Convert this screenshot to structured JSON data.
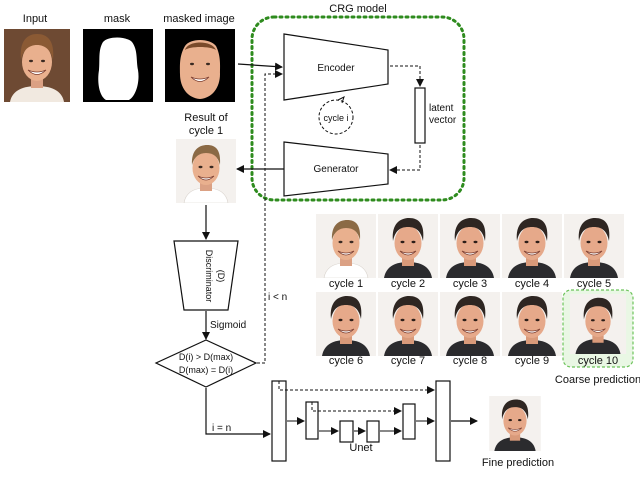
{
  "labels": {
    "input": "Input",
    "mask": "mask",
    "masked_image": "masked image",
    "crg_model": "CRG model",
    "encoder": "Encoder",
    "latent_line1": "latent",
    "latent_line2": "vector",
    "cycle_i": "cycle i",
    "generator": "Generator",
    "result_line1": "Result of",
    "result_line2": "cycle 1",
    "discriminator": "Discriminator",
    "discriminator_sub": "(D)",
    "sigmoid": "Sigmoid",
    "decision_line1": "D(i) > D(max)",
    "decision_line2": "D(max) = D(i)",
    "i_less_n": "i < n",
    "i_equals_n": "i = n",
    "unet": "Unet",
    "coarse_prediction": "Coarse prediction",
    "fine_prediction": "Fine prediction"
  },
  "cycles_row1": [
    "cycle 1",
    "cycle 2",
    "cycle 3",
    "cycle 4",
    "cycle 5"
  ],
  "cycles_row2": [
    "cycle 6",
    "cycle 7",
    "cycle 8",
    "cycle 9",
    "cycle 10"
  ],
  "colors": {
    "crg_border": "#2e8b1e",
    "coarse_highlight_border": "#6cc35a",
    "coarse_highlight_fill": "#e9f7e4",
    "skin": "#e9b08e",
    "hair_light": "#8b6a45",
    "hair_dark": "#2e2622",
    "input_bg": "#6e4a33"
  }
}
